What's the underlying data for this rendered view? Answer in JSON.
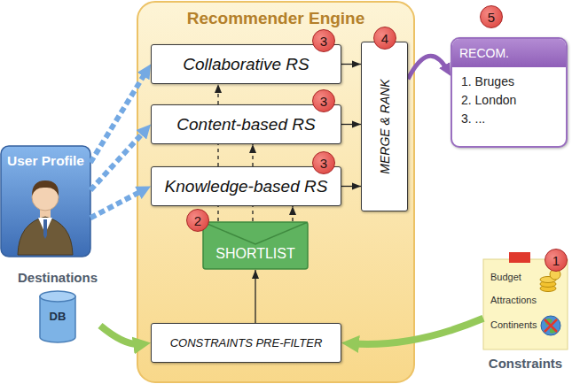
{
  "diagram": {
    "nodes": [
      {
        "text": [
          "Recommender Engine"
        ]
      },
      {
        "text": [
          "Collaborative RS"
        ],
        "in": 0
      },
      {
        "text": [
          "Content-based RS"
        ],
        "in": 0
      },
      {
        "text": [
          "Knowledge-based RS"
        ],
        "in": 0
      },
      {
        "text": [
          "MERGE & RANK"
        ],
        "in": 0
      },
      {
        "text": [
          "SHORTLIST"
        ],
        "in": 0
      },
      {
        "text": [
          "CONSTRAINTS PRE-FILTER"
        ],
        "in": 0
      },
      {
        "text": [
          "User Profile"
        ]
      },
      {
        "text": [
          "RECOM.",
          "1. Bruges",
          "2. London",
          "3. ..."
        ]
      },
      {
        "text": [
          "Destinations",
          "DB"
        ]
      },
      {
        "text": [
          "Budget",
          "Attractions",
          "Continents",
          "Constraints"
        ]
      }
    ],
    "edges": [
      {
        "from": 7,
        "to": 1,
        "arrow": "to"
      },
      {
        "from": 7,
        "to": 2,
        "arrow": "to"
      },
      {
        "from": 7,
        "to": 3,
        "arrow": "to"
      },
      {
        "from": 1,
        "to": 4,
        "arrow": "to"
      },
      {
        "from": 2,
        "to": 4,
        "arrow": "to"
      },
      {
        "from": 3,
        "to": 4,
        "arrow": "to"
      },
      {
        "from": 4,
        "to": 8,
        "arrow": "to"
      },
      {
        "from": 5,
        "to": 1,
        "arrow": "to"
      },
      {
        "from": 5,
        "to": 2,
        "arrow": "to"
      },
      {
        "from": 5,
        "to": 3,
        "arrow": "to"
      },
      {
        "from": 6,
        "to": 5,
        "arrow": "to"
      },
      {
        "from": 9,
        "to": 6,
        "arrow": "to"
      },
      {
        "from": 10,
        "to": 6,
        "arrow": "to"
      }
    ],
    "labels": [
      "1",
      "2",
      "3",
      "3",
      "3",
      "4",
      "5"
    ]
  }
}
